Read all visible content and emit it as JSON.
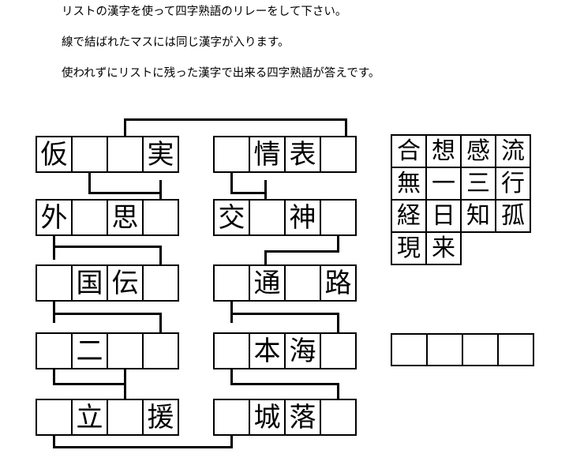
{
  "instructions": [
    "リストの漢字を使って四字熟語のリレーをして下さい。",
    "線で結ばれたマスには同じ漢字が入ります。",
    "使われずにリストに残った漢字で出来る四字熟語が答えです。"
  ],
  "puzzle": {
    "left_column_rows": [
      {
        "cells": [
          "仮",
          "",
          "",
          "実"
        ]
      },
      {
        "cells": [
          "外",
          "",
          "思",
          ""
        ]
      },
      {
        "cells": [
          "",
          "国",
          "伝",
          ""
        ]
      },
      {
        "cells": [
          "",
          "二",
          "",
          ""
        ]
      },
      {
        "cells": [
          "",
          "立",
          "",
          "援"
        ]
      }
    ],
    "right_column_rows": [
      {
        "cells": [
          "",
          "情",
          "表",
          ""
        ]
      },
      {
        "cells": [
          "交",
          "",
          "神",
          ""
        ]
      },
      {
        "cells": [
          "",
          "通",
          "",
          "路"
        ]
      },
      {
        "cells": [
          "",
          "本",
          "海",
          ""
        ]
      },
      {
        "cells": [
          "",
          "城",
          "落",
          ""
        ]
      }
    ]
  },
  "kanji_list": {
    "rows": [
      [
        "合",
        "想",
        "感",
        "流"
      ],
      [
        "無",
        "一",
        "三",
        "行"
      ],
      [
        "経",
        "日",
        "知",
        "孤"
      ],
      [
        "現",
        "来",
        "",
        ""
      ]
    ]
  },
  "answer_row": {
    "cells": [
      "",
      "",
      "",
      ""
    ]
  },
  "colors": {
    "ink": "#000000",
    "paper": "#ffffff"
  }
}
